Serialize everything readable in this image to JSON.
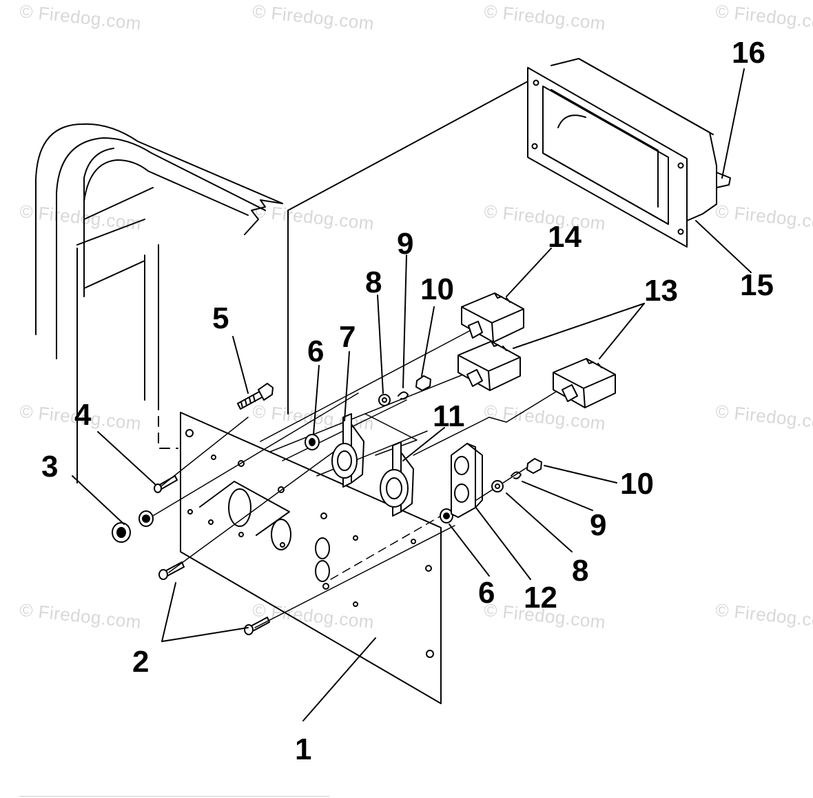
{
  "watermark": {
    "text": "© Firedog.com",
    "color": "#d8d8d8"
  },
  "callouts": {
    "c1": "1",
    "c2": "2",
    "c3": "3",
    "c4": "4",
    "c5": "5",
    "c6a": "6",
    "c6b": "6",
    "c7": "7",
    "c8a": "8",
    "c8b": "8",
    "c9a": "9",
    "c9b": "9",
    "c10a": "10",
    "c10b": "10",
    "c11": "11",
    "c12": "12",
    "c13": "13",
    "c14": "14",
    "c15": "15",
    "c16": "16"
  },
  "parts": [
    {
      "ref": "1",
      "name": "control-panel-plate"
    },
    {
      "ref": "2",
      "name": "panel-screw"
    },
    {
      "ref": "3",
      "name": "grommet"
    },
    {
      "ref": "4",
      "name": "screw"
    },
    {
      "ref": "5",
      "name": "hex-bolt"
    },
    {
      "ref": "6",
      "name": "washer"
    },
    {
      "ref": "7",
      "name": "twist-lock-receptacle"
    },
    {
      "ref": "8",
      "name": "flat-washer"
    },
    {
      "ref": "9",
      "name": "lock-washer"
    },
    {
      "ref": "10",
      "name": "hex-nut"
    },
    {
      "ref": "11",
      "name": "twist-lock-receptacle"
    },
    {
      "ref": "12",
      "name": "duplex-receptacle"
    },
    {
      "ref": "13",
      "name": "circuit-breaker"
    },
    {
      "ref": "14",
      "name": "circuit-breaker"
    },
    {
      "ref": "15",
      "name": "control-box-housing"
    },
    {
      "ref": "16",
      "name": "bracket"
    }
  ]
}
